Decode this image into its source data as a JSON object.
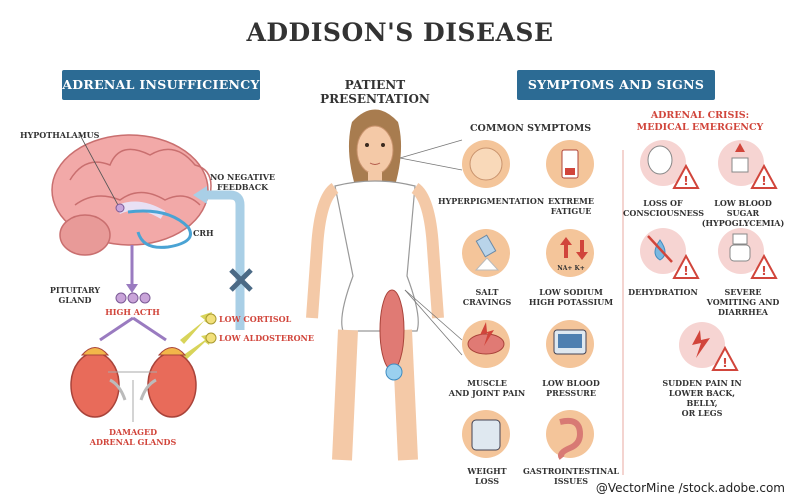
{
  "title": "ADDISON'S DISEASE",
  "banners": {
    "left": "ADRENAL INSUFFICIENCY",
    "middle": "PATIENT PRESENTATION",
    "right": "SYMPTOMS AND SIGNS"
  },
  "left_panel": {
    "hypothalamus": "HYPOTHALAMUS",
    "no_feedback_1": "NO NEGATIVE",
    "no_feedback_2": "FEEDBACK",
    "crh": "CRH",
    "pituitary_1": "PITUITARY",
    "pituitary_2": "GLAND",
    "high_acth": "HIGH ACTH",
    "low_cortisol": "LOW CORTISOL",
    "low_aldosterone": "LOW ALDOSTERONE",
    "damaged_1": "DAMAGED",
    "damaged_2": "ADRENAL GLANDS"
  },
  "common": {
    "heading": "COMMON SYMPTOMS",
    "items": [
      {
        "l1": "HYPERPIGMENTATION",
        "l2": ""
      },
      {
        "l1": "EXTREME",
        "l2": "FATIGUE"
      },
      {
        "l1": "SALT",
        "l2": "CRAVINGS"
      },
      {
        "l1": "LOW SODIUM",
        "l2": "HIGH POTASSIUM"
      },
      {
        "l1": "MUSCLE",
        "l2": "AND JOINT PAIN"
      },
      {
        "l1": "LOW BLOOD",
        "l2": "PRESSURE"
      },
      {
        "l1": "WEIGHT",
        "l2": "LOSS"
      },
      {
        "l1": "GASTROINTESTINAL",
        "l2": "ISSUES"
      }
    ],
    "na_k": "Na+ K+"
  },
  "crisis": {
    "heading_1": "ADRENAL CRISIS:",
    "heading_2": "MEDICAL EMERGENCY",
    "items": [
      {
        "l1": "LOSS OF",
        "l2": "CONSCIOUSNESS",
        "l3": ""
      },
      {
        "l1": "LOW BLOOD SUGAR",
        "l2": "(HYPOGLYCEMIA)",
        "l3": ""
      },
      {
        "l1": "DEHYDRATION",
        "l2": "",
        "l3": ""
      },
      {
        "l1": "SEVERE",
        "l2": "VOMITING AND",
        "l3": "DIARRHEA"
      },
      {
        "l1": "SUDDEN PAIN IN",
        "l2": "LOWER BACK, BELLY,",
        "l3": "OR LEGS"
      }
    ]
  },
  "credit": "@VectorMine /stock.adobe.com",
  "colors": {
    "banner": "#2c6b94",
    "red": "#d1453b",
    "orange": "#f4c59a",
    "pink": "#f6d4d2"
  }
}
